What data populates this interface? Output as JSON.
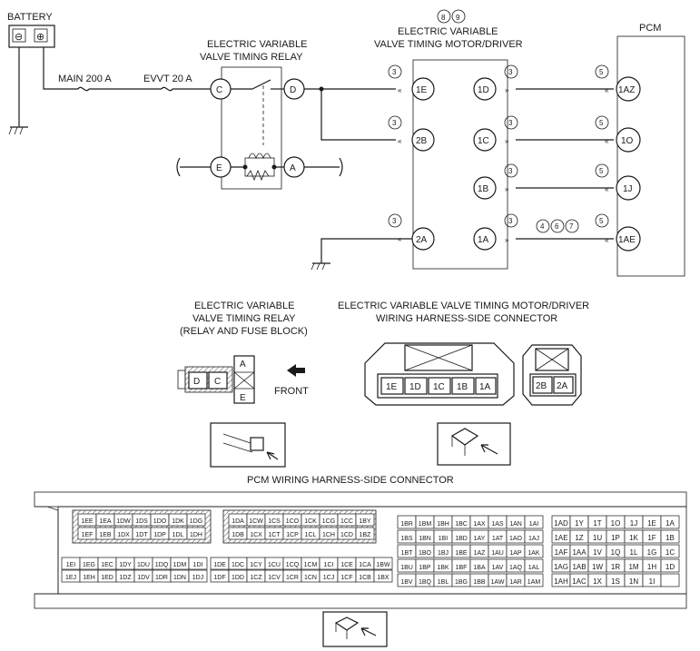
{
  "battery": {
    "label": "BATTERY",
    "neg": "⊖",
    "pos": "⊕"
  },
  "fuses": {
    "main": "MAIN 200 A",
    "evvt": "EVVT 20 A"
  },
  "relay": {
    "title1": "ELECTRIC VARIABLE",
    "title2": "VALVE TIMING RELAY",
    "terminals": [
      "C",
      "D",
      "E",
      "A"
    ]
  },
  "motor": {
    "refs": [
      "8",
      "9"
    ],
    "title1": "ELECTRIC VARIABLE",
    "title2": "VALVE TIMING MOTOR/DRIVER",
    "left_pins": [
      "1E",
      "2B",
      "2A"
    ],
    "right_pins": [
      "1D",
      "1C",
      "1B",
      "1A"
    ],
    "ref3": "3"
  },
  "pcm": {
    "title": "PCM",
    "pins": [
      "1AZ",
      "1O",
      "1J",
      "1AE"
    ],
    "ref5": "5"
  },
  "splice_refs": [
    "4",
    "6",
    "7"
  ],
  "relay_connector": {
    "title1": "ELECTRIC VARIABLE",
    "title2": "VALVE TIMING RELAY",
    "title3": "(RELAY AND FUSE BLOCK)",
    "cells": [
      "D",
      "C",
      "A",
      "E"
    ],
    "front": "FRONT"
  },
  "motor_connector": {
    "title1": "ELECTRIC VARIABLE VALVE TIMING MOTOR/DRIVER",
    "title2": "WIRING HARNESS-SIDE CONNECTOR",
    "main_pins": [
      "1E",
      "1D",
      "1C",
      "1B",
      "1A"
    ],
    "small_pins": [
      "2B",
      "2A"
    ]
  },
  "pcm_connector": {
    "title": "PCM WIRING HARNESS-SIDE CONNECTOR",
    "hatched_a_row1": [
      "1EE",
      "1EA",
      "1DW",
      "1DS",
      "1DO",
      "1DK",
      "1DG"
    ],
    "hatched_a_row2": [
      "1EF",
      "1EB",
      "1DX",
      "1DT",
      "1DP",
      "1DL",
      "1DH"
    ],
    "hatched_b_row1": [
      "1DA",
      "1CW",
      "1CS",
      "1CO",
      "1CK",
      "1CG",
      "1CC",
      "1BY"
    ],
    "hatched_b_row2": [
      "1DB",
      "1CX",
      "1CT",
      "1CP",
      "1CL",
      "1CH",
      "1CD",
      "1BZ"
    ],
    "lower_a_row1": [
      "1EI",
      "1EG",
      "1EC",
      "1DY",
      "1DU",
      "1DQ",
      "1DM",
      "1DI"
    ],
    "lower_a_row2": [
      "1EJ",
      "1EH",
      "1ED",
      "1DZ",
      "1DV",
      "1DR",
      "1DN",
      "1DJ"
    ],
    "lower_b_row1": [
      "1DE",
      "1DC",
      "1CY",
      "1CU",
      "1CQ",
      "1CM",
      "1CI",
      "1CE",
      "1CA",
      "1BW"
    ],
    "lower_b_row2": [
      "1DF",
      "1DD",
      "1CZ",
      "1CV",
      "1CR",
      "1CN",
      "1CJ",
      "1CF",
      "1CB",
      "1BX"
    ],
    "mid_rows": [
      [
        "1BR",
        "1BM",
        "1BH",
        "1BC",
        "1AX",
        "1AS",
        "1AN",
        "1AI"
      ],
      [
        "1BS",
        "1BN",
        "1BI",
        "1BD",
        "1AY",
        "1AT",
        "1AO",
        "1AJ"
      ],
      [
        "1BT",
        "1BO",
        "1BJ",
        "1BE",
        "1AZ",
        "1AU",
        "1AP",
        "1AK"
      ],
      [
        "1BU",
        "1BP",
        "1BK",
        "1BF",
        "1BA",
        "1AV",
        "1AQ",
        "1AL"
      ],
      [
        "1BV",
        "1BQ",
        "1BL",
        "1BG",
        "1BB",
        "1AW",
        "1AR",
        "1AM"
      ]
    ],
    "right_rows": [
      [
        "1AD",
        "1Y",
        "1T",
        "1O",
        "1J",
        "1E",
        "1A"
      ],
      [
        "1AE",
        "1Z",
        "1U",
        "1P",
        "1K",
        "1F",
        "1B"
      ],
      [
        "1AF",
        "1AA",
        "1V",
        "1Q",
        "1L",
        "1G",
        "1C"
      ],
      [
        "1AG",
        "1AB",
        "1W",
        "1R",
        "1M",
        "1H",
        "1D"
      ],
      [
        "1AH",
        "1AC",
        "1X",
        "1S",
        "1N",
        "1I",
        ""
      ]
    ]
  }
}
